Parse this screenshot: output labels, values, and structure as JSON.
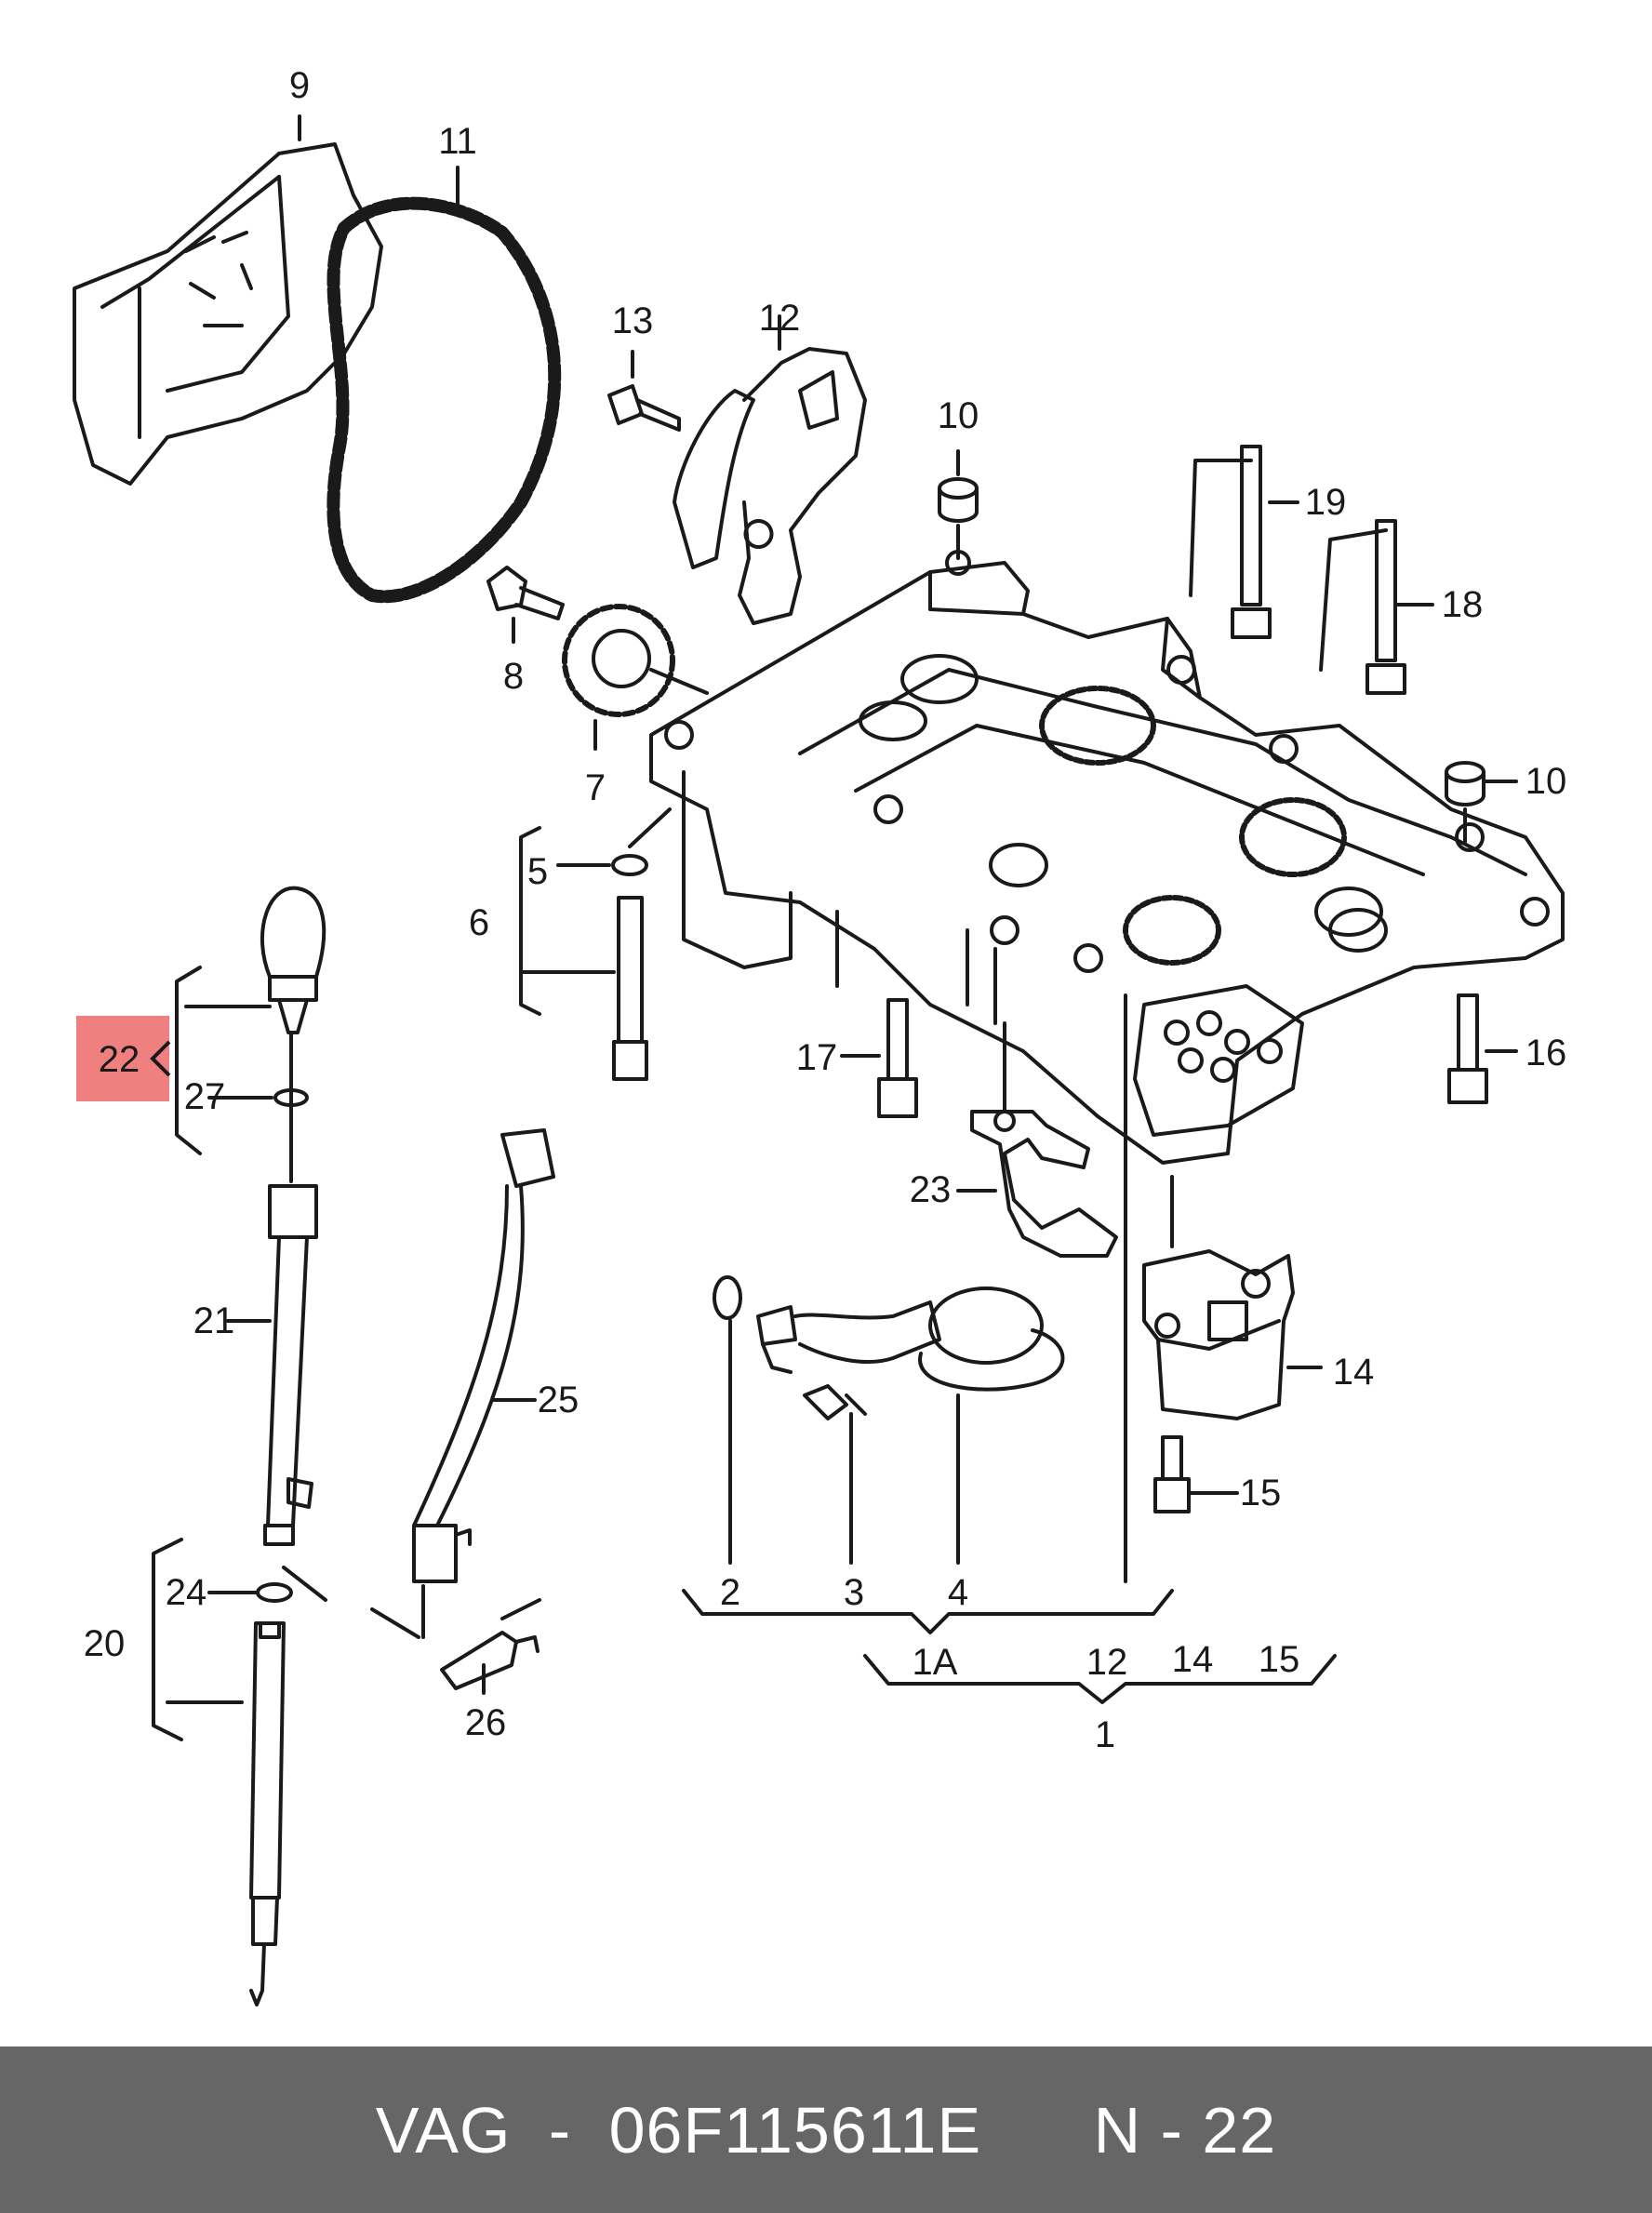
{
  "callouts": [
    {
      "id": "c9",
      "text": "9"
    },
    {
      "id": "c11",
      "text": "11"
    },
    {
      "id": "c13",
      "text": "13"
    },
    {
      "id": "c12",
      "text": "12"
    },
    {
      "id": "c10a",
      "text": "10"
    },
    {
      "id": "c19",
      "text": "19"
    },
    {
      "id": "c18",
      "text": "18"
    },
    {
      "id": "c8",
      "text": "8"
    },
    {
      "id": "c7",
      "text": "7"
    },
    {
      "id": "c10b",
      "text": "10"
    },
    {
      "id": "c5",
      "text": "5"
    },
    {
      "id": "c6",
      "text": "6"
    },
    {
      "id": "c22",
      "text": "22"
    },
    {
      "id": "c27",
      "text": "27"
    },
    {
      "id": "c17",
      "text": "17"
    },
    {
      "id": "c16",
      "text": "16"
    },
    {
      "id": "c23",
      "text": "23"
    },
    {
      "id": "c21",
      "text": "21"
    },
    {
      "id": "c25",
      "text": "25"
    },
    {
      "id": "c14",
      "text": "14"
    },
    {
      "id": "c15",
      "text": "15"
    },
    {
      "id": "c24",
      "text": "24"
    },
    {
      "id": "c20",
      "text": "20"
    },
    {
      "id": "c2",
      "text": "2"
    },
    {
      "id": "c3",
      "text": "3"
    },
    {
      "id": "c4",
      "text": "4"
    },
    {
      "id": "c26",
      "text": "26"
    },
    {
      "id": "c1A",
      "text": "1A"
    },
    {
      "id": "c12b",
      "text": "12"
    },
    {
      "id": "c14b",
      "text": "14"
    },
    {
      "id": "c15b",
      "text": "15"
    },
    {
      "id": "c1",
      "text": "1"
    }
  ],
  "highlight": {
    "callout": "c22",
    "color": "#f08080"
  },
  "footer": {
    "brand": "VAG",
    "part_number": "06F115611E",
    "ref": "N - 22",
    "separator": "-"
  },
  "colors": {
    "line": "#1a1a1a",
    "footer_bg": "#666666",
    "footer_text": "#ffffff"
  }
}
